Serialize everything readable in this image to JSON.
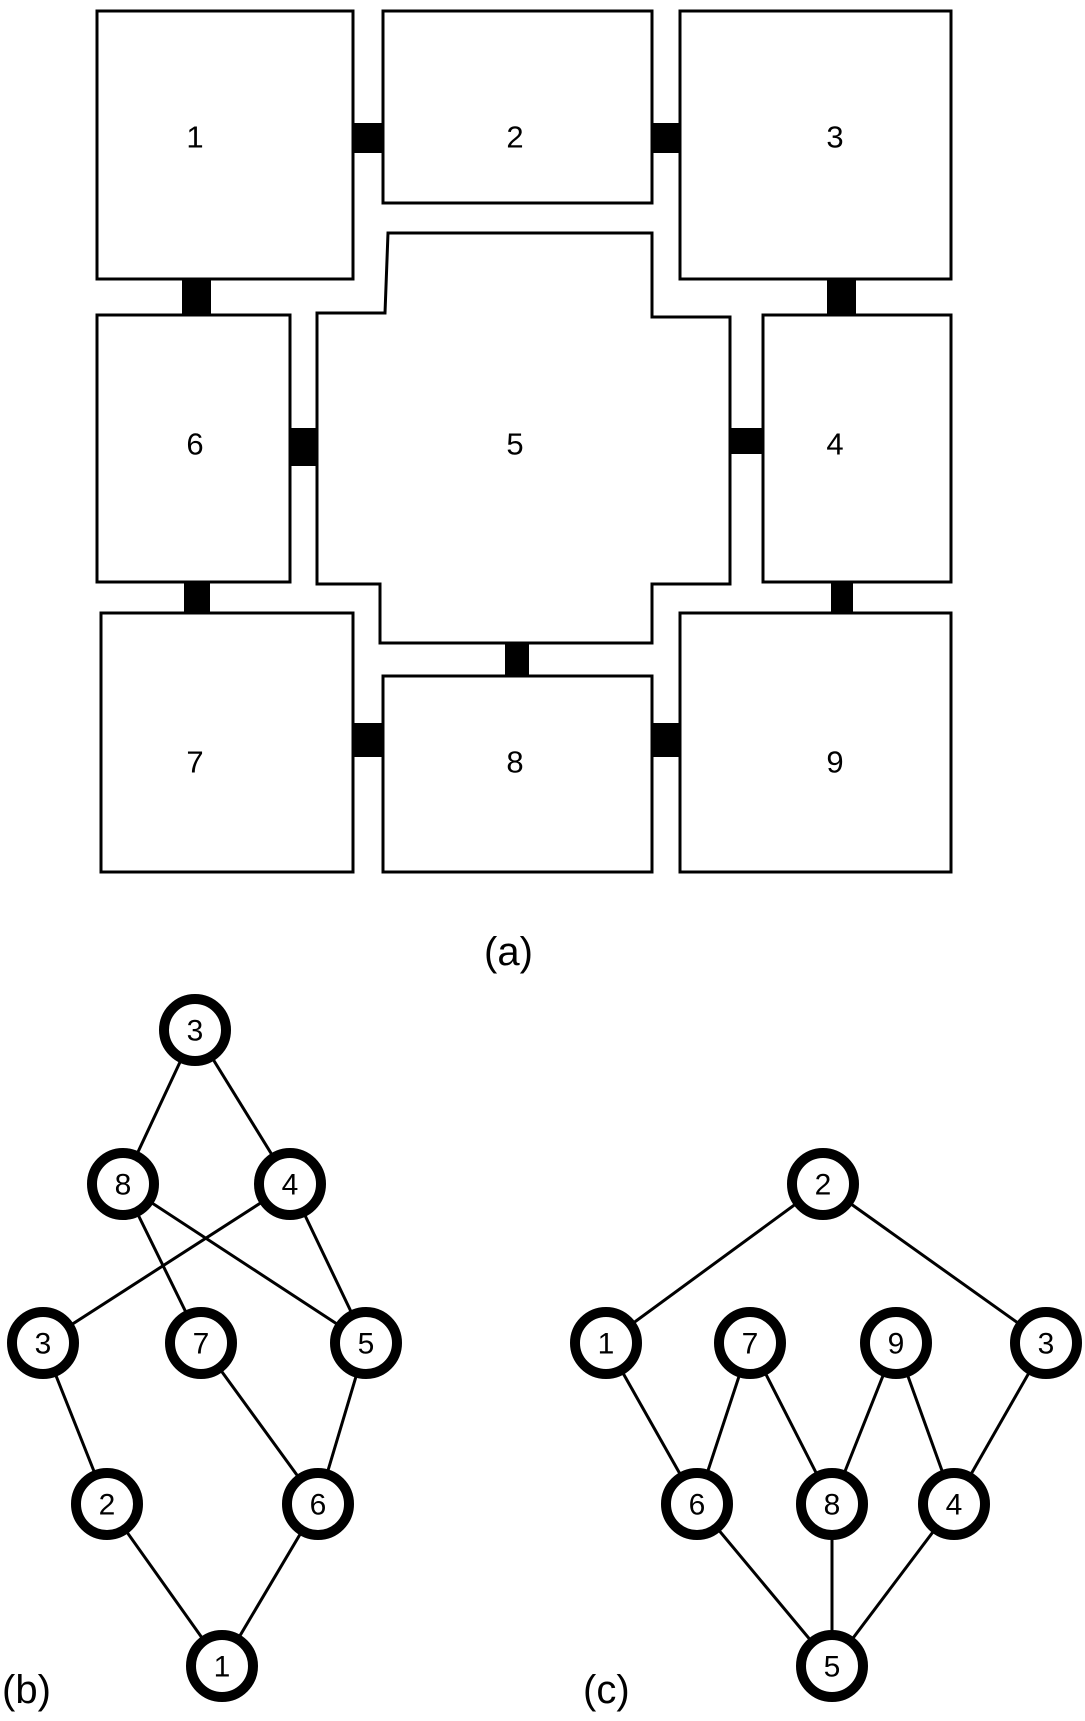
{
  "floorplan": {
    "rooms": [
      {
        "id": "1",
        "label": "1"
      },
      {
        "id": "2",
        "label": "2"
      },
      {
        "id": "3",
        "label": "3"
      },
      {
        "id": "4",
        "label": "4"
      },
      {
        "id": "5",
        "label": "5"
      },
      {
        "id": "6",
        "label": "6"
      },
      {
        "id": "7",
        "label": "7"
      },
      {
        "id": "8",
        "label": "8"
      },
      {
        "id": "9",
        "label": "9"
      }
    ],
    "doors": [
      [
        "1",
        "2"
      ],
      [
        "2",
        "3"
      ],
      [
        "1",
        "6"
      ],
      [
        "3",
        "4"
      ],
      [
        "6",
        "5"
      ],
      [
        "5",
        "4"
      ],
      [
        "6",
        "7"
      ],
      [
        "4",
        "9"
      ],
      [
        "5",
        "8"
      ],
      [
        "7",
        "8"
      ],
      [
        "8",
        "9"
      ]
    ],
    "caption": "(a)"
  },
  "graph_b": {
    "caption": "(b)",
    "nodes": [
      {
        "id": "b3top",
        "label": "3"
      },
      {
        "id": "b8",
        "label": "8"
      },
      {
        "id": "b4",
        "label": "4"
      },
      {
        "id": "b3",
        "label": "3"
      },
      {
        "id": "b7",
        "label": "7"
      },
      {
        "id": "b5",
        "label": "5"
      },
      {
        "id": "b2",
        "label": "2"
      },
      {
        "id": "b6",
        "label": "6"
      },
      {
        "id": "b1",
        "label": "1"
      }
    ],
    "edges": [
      [
        "b3top",
        "b8"
      ],
      [
        "b3top",
        "b4"
      ],
      [
        "b8",
        "b7"
      ],
      [
        "b8",
        "b5"
      ],
      [
        "b4",
        "b3"
      ],
      [
        "b4",
        "b5"
      ],
      [
        "b3",
        "b2"
      ],
      [
        "b7",
        "b6"
      ],
      [
        "b5",
        "b6"
      ],
      [
        "b2",
        "b1"
      ],
      [
        "b6",
        "b1"
      ]
    ]
  },
  "graph_c": {
    "caption": "(c)",
    "nodes": [
      {
        "id": "c2",
        "label": "2"
      },
      {
        "id": "c1",
        "label": "1"
      },
      {
        "id": "c7",
        "label": "7"
      },
      {
        "id": "c9",
        "label": "9"
      },
      {
        "id": "c3",
        "label": "3"
      },
      {
        "id": "c6",
        "label": "6"
      },
      {
        "id": "c8",
        "label": "8"
      },
      {
        "id": "c4",
        "label": "4"
      },
      {
        "id": "c5",
        "label": "5"
      }
    ],
    "edges": [
      [
        "c2",
        "c1"
      ],
      [
        "c2",
        "c3"
      ],
      [
        "c1",
        "c6"
      ],
      [
        "c7",
        "c6"
      ],
      [
        "c7",
        "c8"
      ],
      [
        "c9",
        "c8"
      ],
      [
        "c9",
        "c4"
      ],
      [
        "c3",
        "c4"
      ],
      [
        "c6",
        "c5"
      ],
      [
        "c8",
        "c5"
      ],
      [
        "c4",
        "c5"
      ]
    ]
  }
}
